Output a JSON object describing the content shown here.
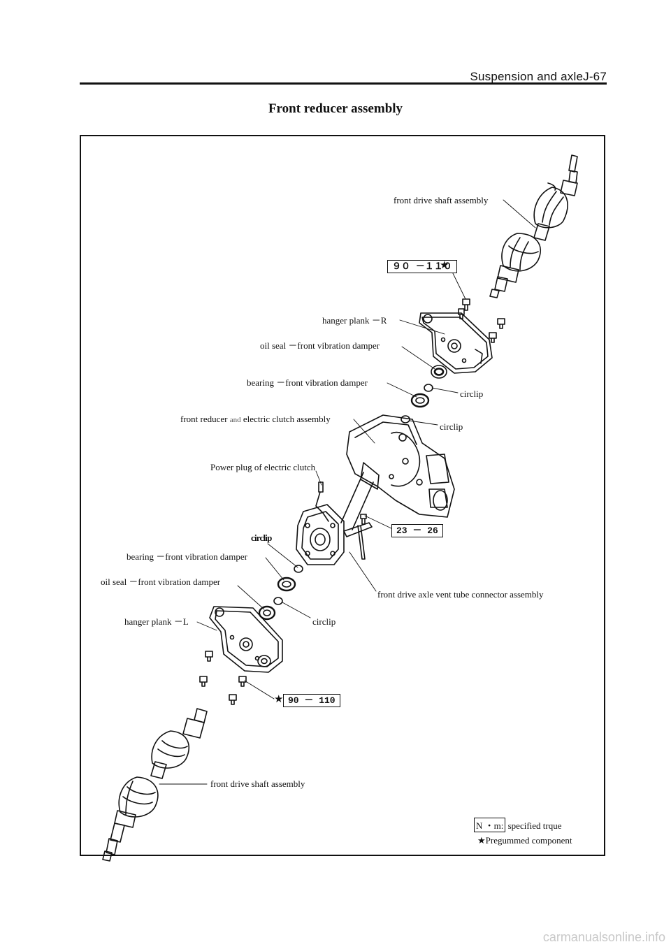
{
  "header": {
    "section": "Suspension and axleJ-67",
    "title": "Front reducer assembly"
  },
  "labels": {
    "drive_shaft_top": "front drive shaft assembly",
    "hanger_plank_r": "hanger plank －R",
    "oil_seal_top": "oil seal －front vibration damper",
    "bearing_top": "bearing －front vibration damper",
    "circlip_1": "circlip",
    "reducer_a": "front reducer",
    "reducer_and": "and",
    "reducer_b": "electric clutch assembly",
    "circlip_2": "circlip",
    "power_plug": "Power plug of electric clutch",
    "circlip_3": "circlip",
    "bearing_bottom": "bearing －front vibration damper",
    "oil_seal_bottom": "oil seal －front vibration damper",
    "vent_tube": "front drive axle vent tube connector assembly",
    "hanger_plank_l": "hanger plank －L",
    "circlip_4": "circlip",
    "drive_shaft_bottom": "front drive shaft assembly"
  },
  "torques": {
    "top": "９０ －１１０",
    "mid": "23 － 26",
    "bottom": "90 － 110"
  },
  "legend": {
    "unit": "N ・m:",
    "unit_desc": "specified trque",
    "star_symbol": "★",
    "star_desc": "Pregummed component"
  },
  "watermark": "carmanualsonline.info"
}
